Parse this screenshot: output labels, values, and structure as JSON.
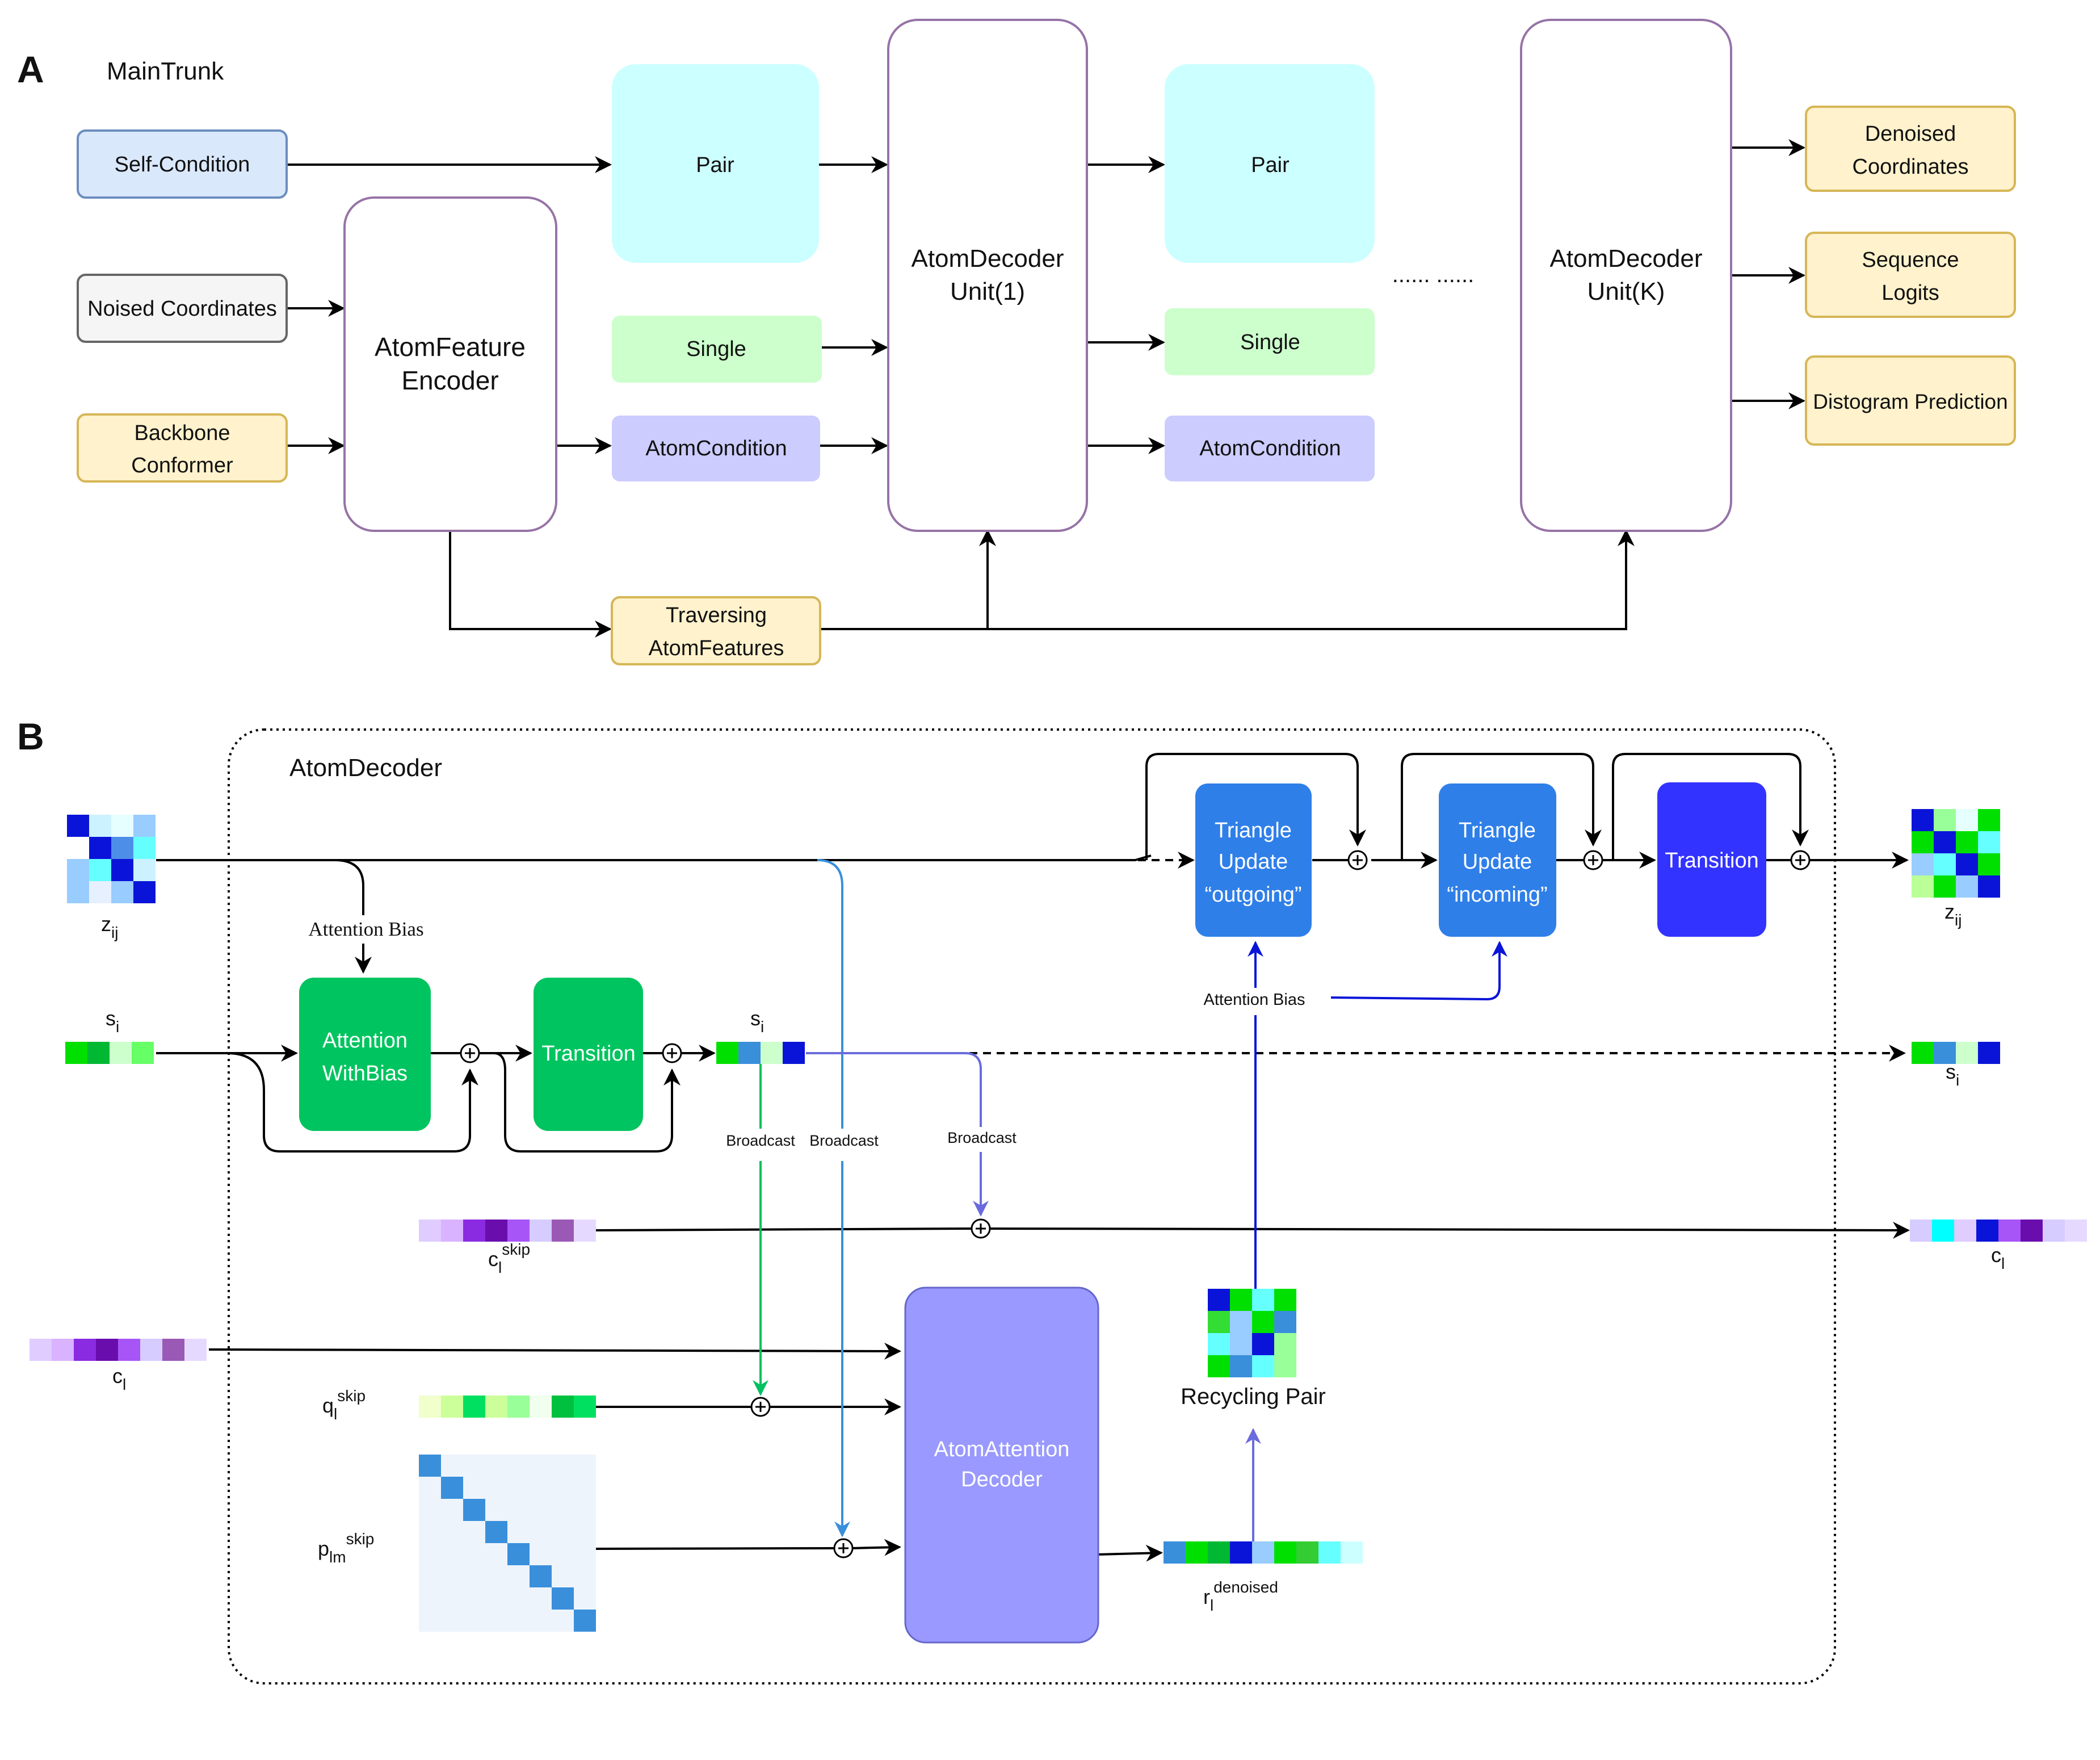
{
  "panel_a": {
    "letter": "A",
    "title": "MainTrunk",
    "inputs": {
      "self_condition": "Self-Condition",
      "noised_coordinates": "Noised Coordinates",
      "backbone_conformer": [
        "Backbone",
        "Conformer"
      ]
    },
    "encoder": [
      "AtomFeature",
      "Encoder"
    ],
    "pair": "Pair",
    "single": "Single",
    "atom_condition": "AtomCondition",
    "traversing": [
      "Traversing",
      "AtomFeatures"
    ],
    "decoder_1": [
      "AtomDecoder",
      "Unit(1)"
    ],
    "decoder_k": [
      "AtomDecoder",
      "Unit(K)"
    ],
    "ellipsis": "......  ......",
    "outputs": {
      "denoised": [
        "Denoised",
        "Coordinates"
      ],
      "logits": [
        "Sequence",
        "Logits"
      ],
      "distogram": "Distogram Prediction"
    }
  },
  "panel_b": {
    "letter": "B",
    "title": "AtomDecoder",
    "attention_bias": "Attention Bias",
    "attention_block": [
      "Attention",
      "WithBias"
    ],
    "transition": "Transition",
    "tri_out": [
      "Triangle",
      "Update",
      "“outgoing”"
    ],
    "tri_in": [
      "Triangle",
      "Update",
      "“incoming”"
    ],
    "attention_bias_small": "Attention Bias",
    "broadcast": "Broadcast",
    "atom_attention": [
      "AtomAttention",
      "Decoder"
    ],
    "recycling_pair": "Recycling Pair",
    "labels": {
      "z": "z",
      "z_sub": "ij",
      "s": "s",
      "s_sub": "i",
      "c": "c",
      "c_sub": "l",
      "skip": "skip",
      "q": "q",
      "q_sub": "l",
      "p": "p",
      "p_sub": "lm",
      "r": "r",
      "r_sub": "l",
      "r_sup": "denoised"
    }
  },
  "colors": {
    "self_condition_fill": "#dae8fc",
    "self_condition_stroke": "#6c8ebf",
    "noised_fill": "#f5f5f5",
    "noised_stroke": "#666666",
    "yellow_fill": "#fff2cc",
    "yellow_stroke": "#d6b656",
    "pair_fill": "#ccffff",
    "single_fill": "#ccffcc",
    "atomcond_fill": "#ccccff",
    "purple_stroke": "#9673a6",
    "green_block": "#00c45f",
    "blue_block": "#2f7fe8",
    "dark_blue_block": "#3333ff",
    "atom_attention_fill": "#9999ff",
    "atom_attention_stroke": "#6666cc",
    "broadcast_green": "#00c060",
    "broadcast_blue": "#3a8fdb",
    "broadcast_purple": "#6b6bdd",
    "bias_blue": "#0a14d8"
  }
}
